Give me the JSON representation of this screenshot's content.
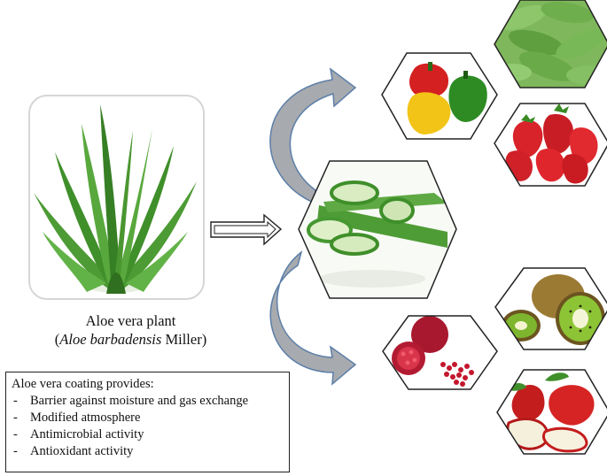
{
  "plant_caption": {
    "line1": "Aloe vera plant",
    "line2_prefix": "(",
    "line2_italic": "Aloe barbadensis",
    "line2_suffix": " Miller)"
  },
  "coating_box": {
    "heading": "Aloe vera coating provides:",
    "items": [
      "Barrier against moisture and gas exchange",
      "Modified atmosphere",
      "Antimicrobial activity",
      "Antioxidant activity"
    ]
  },
  "images": [
    {
      "name": "aloe-vera-plant-image"
    },
    {
      "name": "aloe-vera-gel-slices-image"
    },
    {
      "name": "bell-peppers-image"
    },
    {
      "name": "cucumbers-image"
    },
    {
      "name": "strawberries-image"
    },
    {
      "name": "pomegranate-image"
    },
    {
      "name": "kiwi-image"
    },
    {
      "name": "apples-image"
    }
  ],
  "colors": {
    "arrow_fill": "#a7aaaf",
    "arrow_stroke": "#5c7fa8",
    "hexagon_stroke": "#222222",
    "aloe_green": "#3f8f2a"
  }
}
